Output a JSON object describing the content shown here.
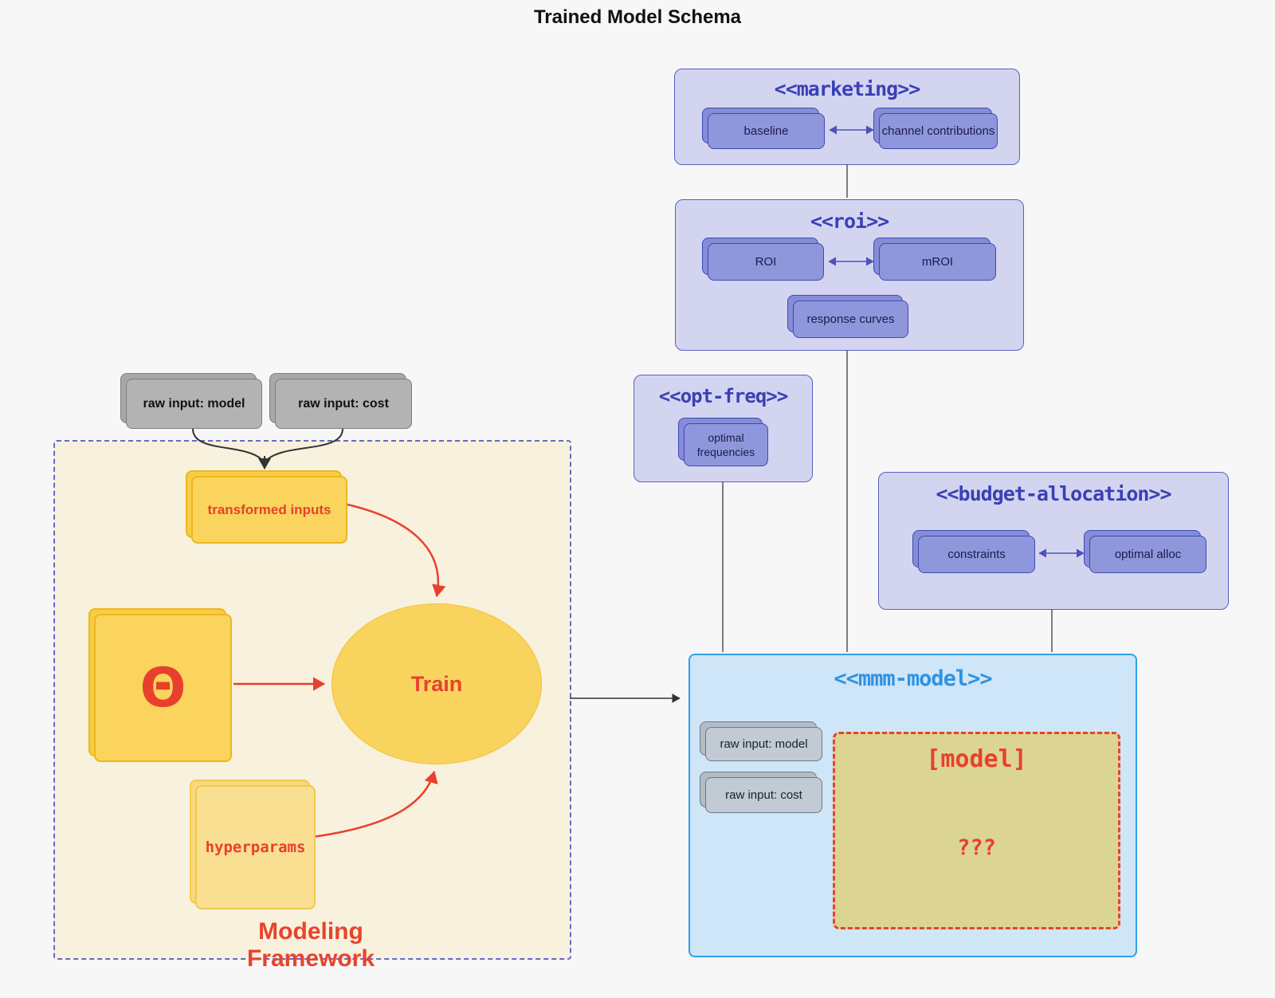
{
  "title": "Trained Model Schema",
  "colors": {
    "purple_fill": "#d3d5f0",
    "purple_card": "#8f97dc",
    "purple_accent": "#3a40b5",
    "blue_accent": "#2e93e4",
    "red_accent": "#e8402e",
    "gold": "#fad45c",
    "framework_fill": "#f8f1dd",
    "mmm_fill": "#cfe5f8",
    "khaki_fill": "#dcd492"
  },
  "marketing": {
    "title": "<<marketing>>",
    "baseline": "baseline",
    "channel": "channel contributions"
  },
  "roi": {
    "title": "<<roi>>",
    "roi": "ROI",
    "mroi": "mROI",
    "response": "response curves"
  },
  "opt_freq": {
    "title": "<<opt-freq>>",
    "optimal": "optimal frequencies"
  },
  "budget": {
    "title": "<<budget-allocation>>",
    "constraints": "constraints",
    "optimal_alloc": "optimal alloc"
  },
  "mmm": {
    "title": "<<mmm-model>>",
    "raw_model": "raw input: model",
    "raw_cost": "raw input: cost",
    "model": "[model]",
    "unknown": "???"
  },
  "framework": {
    "label": "Modeling Framework",
    "raw_model": "raw input: model",
    "raw_cost": "raw input: cost",
    "transformed": "transformed inputs",
    "theta": "Θ",
    "train": "Train",
    "hyperparams": "hyperparams"
  }
}
